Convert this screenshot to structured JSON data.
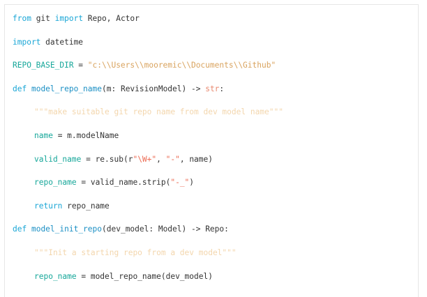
{
  "lines": [
    {
      "indent": 0,
      "tokens": [
        {
          "t": "kw",
          "v": "from"
        },
        {
          "t": "plain",
          "v": " git "
        },
        {
          "t": "kw",
          "v": "import"
        },
        {
          "t": "plain",
          "v": " Repo, Actor"
        }
      ]
    },
    {
      "indent": 0,
      "tokens": [
        {
          "t": "kw",
          "v": "import"
        },
        {
          "t": "plain",
          "v": " datetime"
        }
      ]
    },
    {
      "indent": 0,
      "tokens": [
        {
          "t": "var",
          "v": "REPO_BASE_DIR"
        },
        {
          "t": "plain",
          "v": " = "
        },
        {
          "t": "str",
          "v": "\"c:\\\\Users\\\\mooremic\\\\Documents\\\\Github\""
        }
      ]
    },
    {
      "indent": 0,
      "tokens": [
        {
          "t": "kw",
          "v": "def"
        },
        {
          "t": "plain",
          "v": " "
        },
        {
          "t": "fn",
          "v": "model_repo_name"
        },
        {
          "t": "plain",
          "v": "(m: RevisionModel) -> "
        },
        {
          "t": "type",
          "v": "str"
        },
        {
          "t": "plain",
          "v": ":"
        }
      ]
    },
    {
      "indent": 1,
      "tokens": [
        {
          "t": "doc",
          "v": "\"\"\"make suitable git repo name from dev model name\"\"\""
        }
      ]
    },
    {
      "indent": 1,
      "tokens": [
        {
          "t": "var",
          "v": "name"
        },
        {
          "t": "plain",
          "v": " = m.modelName"
        }
      ]
    },
    {
      "indent": 1,
      "tokens": [
        {
          "t": "var",
          "v": "valid_name"
        },
        {
          "t": "plain",
          "v": " = re.sub(r"
        },
        {
          "t": "fstr",
          "v": "\"\\W+\""
        },
        {
          "t": "plain",
          "v": ", "
        },
        {
          "t": "fstr",
          "v": "\"-\""
        },
        {
          "t": "plain",
          "v": ", name)"
        }
      ]
    },
    {
      "indent": 1,
      "tokens": [
        {
          "t": "var",
          "v": "repo_name"
        },
        {
          "t": "plain",
          "v": " = valid_name.strip("
        },
        {
          "t": "fstr",
          "v": "\"-_\""
        },
        {
          "t": "plain",
          "v": ")"
        }
      ]
    },
    {
      "indent": 1,
      "tokens": [
        {
          "t": "kw",
          "v": "return"
        },
        {
          "t": "plain",
          "v": " repo_name"
        }
      ]
    },
    {
      "indent": 0,
      "tokens": [
        {
          "t": "kw",
          "v": "def"
        },
        {
          "t": "plain",
          "v": " "
        },
        {
          "t": "fn",
          "v": "model_init_repo"
        },
        {
          "t": "plain",
          "v": "(dev_model: Model) -> Repo:"
        }
      ]
    },
    {
      "indent": 1,
      "tokens": [
        {
          "t": "doc",
          "v": "\"\"\"Init a starting repo from a dev model\"\"\""
        }
      ]
    },
    {
      "indent": 1,
      "tokens": [
        {
          "t": "var",
          "v": "repo_name"
        },
        {
          "t": "plain",
          "v": " = model_repo_name(dev_model)"
        }
      ]
    }
  ]
}
